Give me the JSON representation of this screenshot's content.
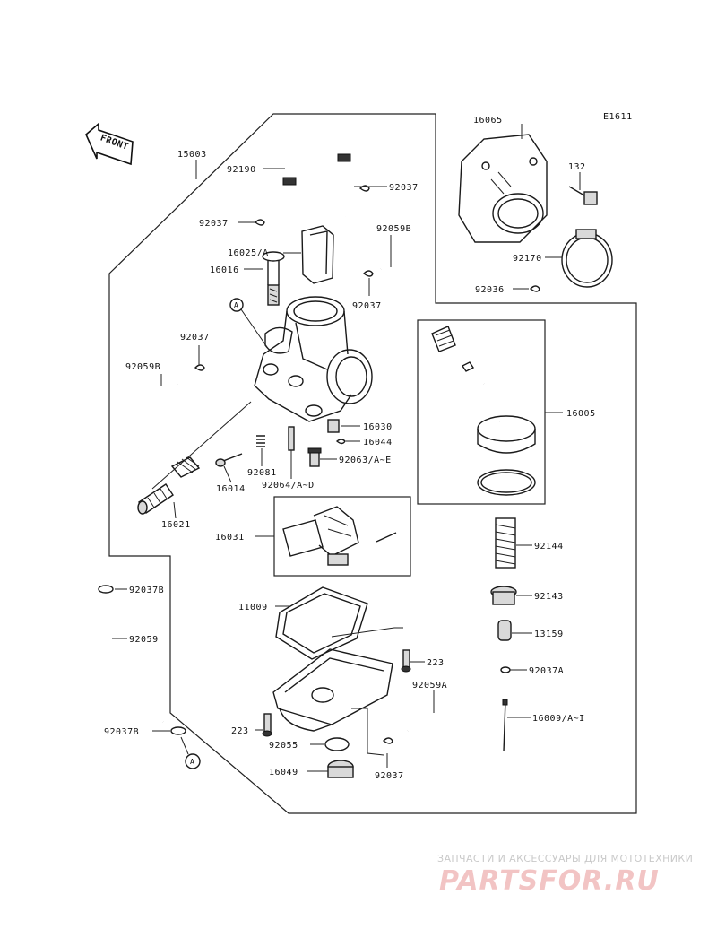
{
  "diagram": {
    "code": "E1611",
    "front_label": "FRONT",
    "callout_letter": "A",
    "parts": {
      "p15003": "15003",
      "p92190": "92190",
      "p92037_top_right": "92037",
      "p92037_top_left": "92037",
      "p16025A": "16025/A",
      "p16016": "16016",
      "p92059B_top": "92059B",
      "p92037_mid": "92037",
      "p92037_left": "92037",
      "p92059B_left": "92059B",
      "p16030": "16030",
      "p16044": "16044",
      "p92063": "92063/A~E",
      "p92081": "92081",
      "p16014": "16014",
      "p92064": "92064/A~D",
      "p16021": "16021",
      "p16031": "16031",
      "p16065": "16065",
      "p132": "132",
      "p92170": "92170",
      "p92036": "92036",
      "p16005": "16005",
      "p92144": "92144",
      "p92143": "92143",
      "p13159": "13159",
      "p92037A": "92037A",
      "p16009": "16009/A~I",
      "p92037B_top": "92037B",
      "p92059": "92059",
      "p92037B_bottom": "92037B",
      "p11009": "11009",
      "p223_right": "223",
      "p92059A": "92059A",
      "p223_left": "223",
      "p92055": "92055",
      "p16049": "16049",
      "p92037_bottom": "92037"
    }
  },
  "watermark": {
    "tagline": "ЗАПЧАСТИ И АКСЕССУАРЫ ДЛЯ МОТОТЕХНИКИ",
    "brand": "PARTSFOR.RU"
  }
}
